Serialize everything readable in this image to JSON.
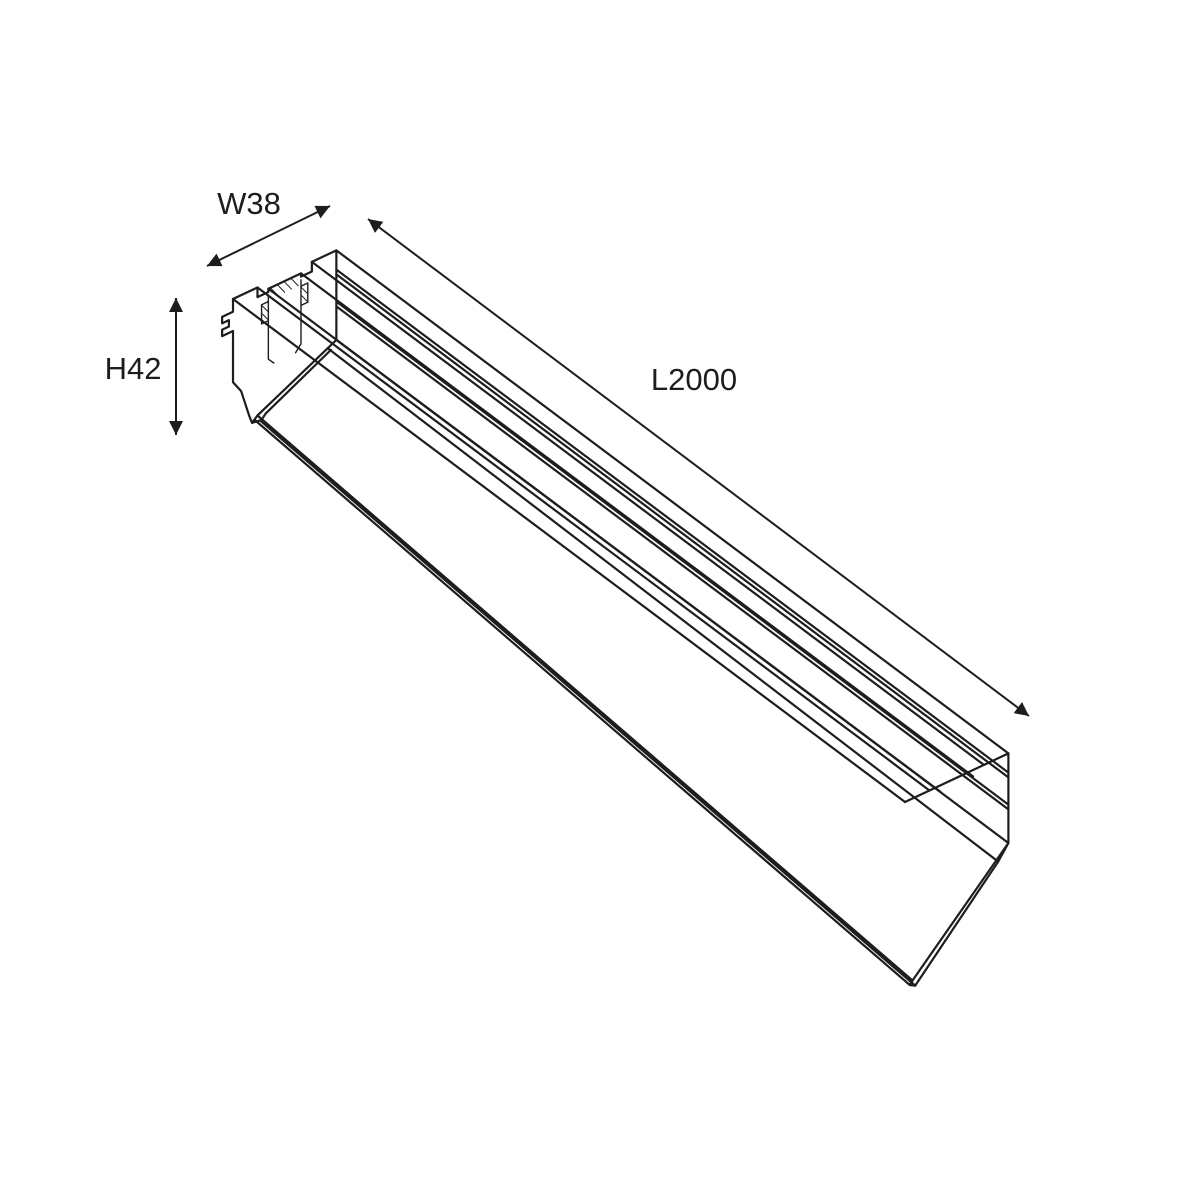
{
  "page": {
    "background_color": "#ffffff"
  },
  "drawing": {
    "stroke_color": "#1d1d1b",
    "kind": "isometric line drawing of an extruded profile",
    "dimensions": {
      "width": {
        "label": "W38",
        "value": 38
      },
      "height": {
        "label": "H42",
        "value": 42
      },
      "length": {
        "label": "L2000",
        "value": 2000
      }
    }
  }
}
